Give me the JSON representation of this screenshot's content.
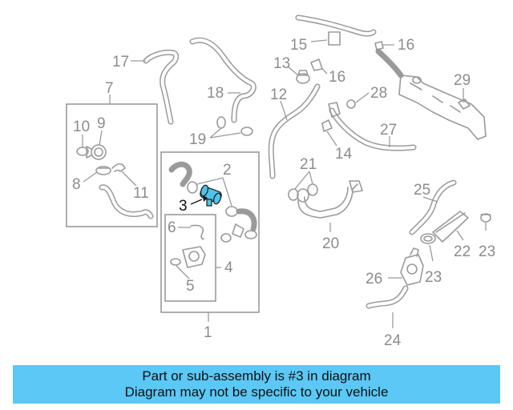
{
  "callouts": {
    "c1": "1",
    "c2": "2",
    "c3": "3",
    "c4": "4",
    "c5": "5",
    "c6": "6",
    "c7": "7",
    "c8": "8",
    "c9": "9",
    "c10": "10",
    "c11": "11",
    "c12": "12",
    "c13": "13",
    "c14": "14",
    "c15": "15",
    "c16a": "16",
    "c16b": "16",
    "c17": "17",
    "c18": "18",
    "c19": "19",
    "c20": "20",
    "c21": "21",
    "c22": "22",
    "c23a": "23",
    "c23b": "23",
    "c24": "24",
    "c25": "25",
    "c26": "26",
    "c27": "27",
    "c28": "28",
    "c29": "29"
  },
  "highlighted_part": "3",
  "highlight_color": "#4fc3ea",
  "banner": {
    "line1": "Part or sub-assembly is #3 in diagram",
    "line2": "Diagram may not be specific to your vehicle",
    "background": "#5bc8f5"
  }
}
